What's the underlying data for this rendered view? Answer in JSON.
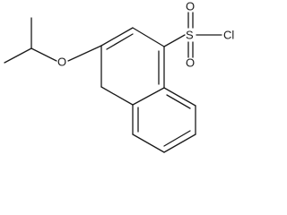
{
  "molecule": {
    "labels": {
      "oxygen_ether": "O",
      "sulfur": "S",
      "oxygen_sulfonyl_top": "O",
      "oxygen_sulfonyl_bottom": "O",
      "chlorine": "Cl"
    }
  }
}
